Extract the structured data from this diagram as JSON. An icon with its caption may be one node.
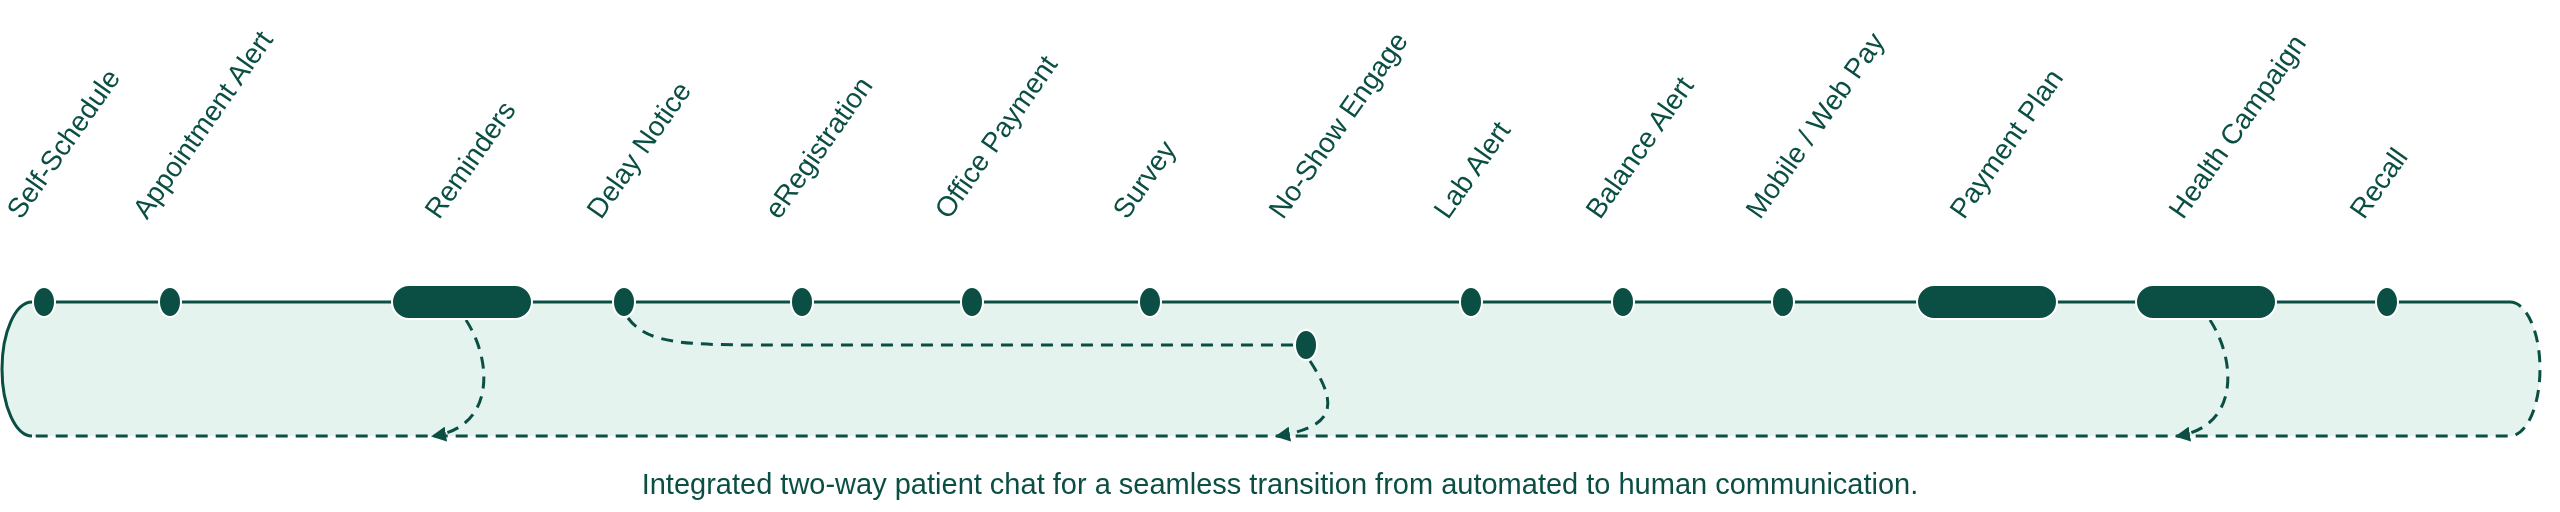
{
  "diagram": {
    "caption": "Integrated two-way patient chat for a seamless transition from automated to human communication.",
    "nodes": [
      {
        "text": [],
        "shape": "band"
      },
      {
        "text": [
          "Self-Schedule"
        ]
      },
      {
        "text": [
          "Appointment Alert"
        ]
      },
      {
        "text": [
          "Reminders"
        ]
      },
      {
        "text": [
          "Delay Notice"
        ]
      },
      {
        "text": [
          "eRegistration"
        ]
      },
      {
        "text": [
          "Office Payment"
        ]
      },
      {
        "text": [
          "Survey"
        ]
      },
      {
        "text": [],
        "shape": "circle",
        "in": 0
      },
      {
        "text": [
          "Lab Alert"
        ]
      },
      {
        "text": [
          "Balance Alert"
        ]
      },
      {
        "text": [
          "Mobile / Web Pay"
        ]
      },
      {
        "text": [
          "Payment Plan"
        ]
      },
      {
        "text": [
          "Health Campaign"
        ]
      },
      {
        "text": [
          "Recall"
        ]
      }
    ],
    "edges": [
      {
        "from": 3,
        "to": 0,
        "arrow": "to",
        "style": "dashed"
      },
      {
        "from": 4,
        "to": 8,
        "arrow": "none",
        "style": "dashed"
      },
      {
        "from": 8,
        "to": 0,
        "arrow": "to",
        "style": "dashed"
      },
      {
        "from": 13,
        "to": 0,
        "arrow": "to",
        "style": "dashed"
      }
    ],
    "labels": [
      "No-Show Engage"
    ]
  }
}
